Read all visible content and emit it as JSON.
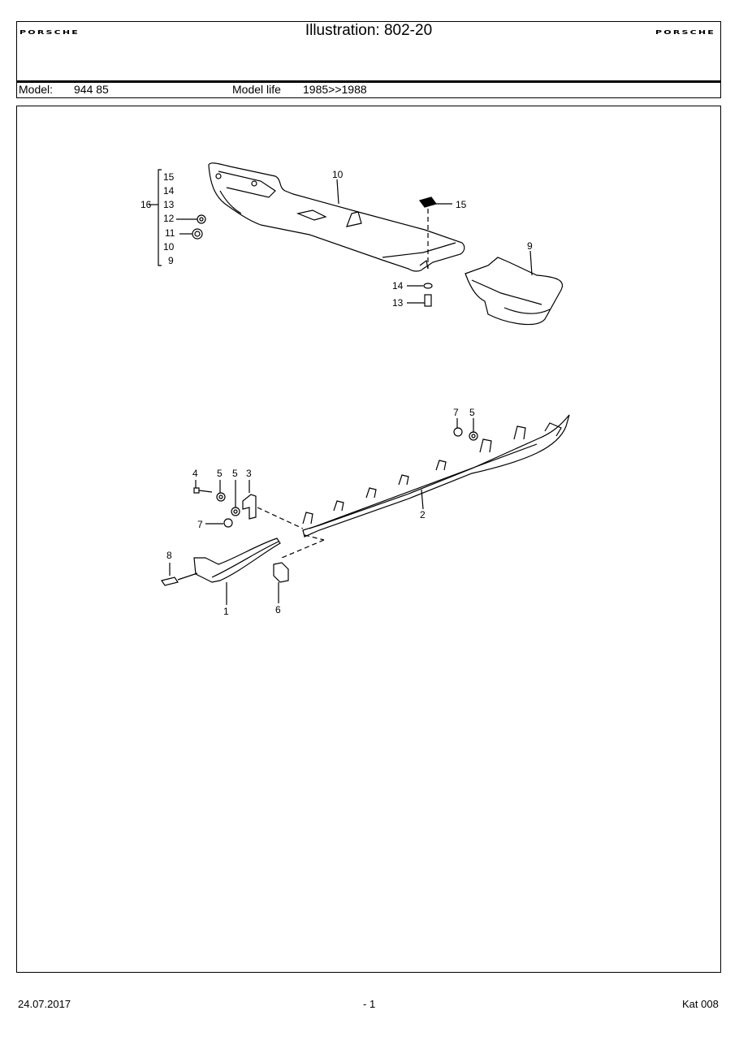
{
  "header": {
    "brand_left": "PORSCHE",
    "brand_right": "PORSCHE",
    "title": "Illustration: 802-20",
    "model_label": "Model:",
    "model_value": "944 85",
    "model_life_label": "Model life",
    "model_life_value": "1985>>1988"
  },
  "callouts": {
    "upper": [
      "15",
      "14",
      "13",
      "12",
      "11",
      "10",
      "9",
      "16",
      "10",
      "15",
      "9",
      "14",
      "13"
    ],
    "lower": [
      "7",
      "5",
      "4",
      "5",
      "5",
      "3",
      "2",
      "7",
      "8",
      "1",
      "6"
    ]
  },
  "footer": {
    "date": "24.07.2017",
    "page": "- 1",
    "catalog": "Kat 008"
  }
}
